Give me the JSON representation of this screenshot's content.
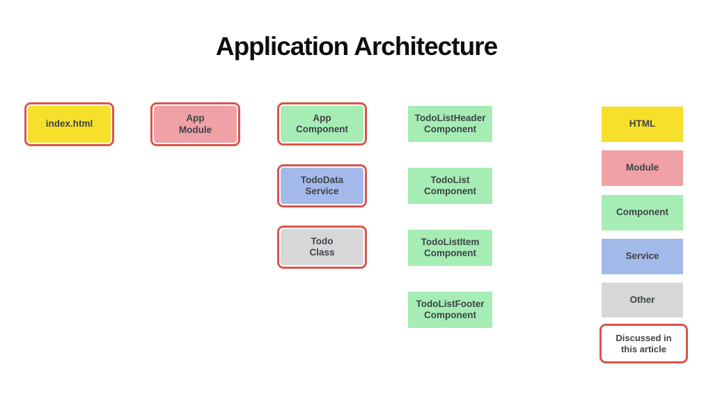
{
  "title": "Application Architecture",
  "diagram": {
    "index_html": "index.html",
    "app_module": "App\nModule",
    "app_component": "App\nComponent",
    "tododata_service": "TodoData\nService",
    "todo_class": "Todo\nClass",
    "todolistheader_component": "TodoListHeader\nComponent",
    "todolist_component": "TodoList\nComponent",
    "todolistitem_component": "TodoListItem\nComponent",
    "todolistfooter_component": "TodoListFooter\nComponent"
  },
  "legend": {
    "html": "HTML",
    "module": "Module",
    "component": "Component",
    "service": "Service",
    "other": "Other",
    "discussed": "Discussed in\nthis article"
  },
  "colors": {
    "background": "#ffffff",
    "html_fill": "#f6e02b",
    "module_fill": "#efa1a6",
    "component_fill": "#a6edb5",
    "service_fill": "#a3b9ea",
    "other_fill": "#d7d7d9",
    "highlight_border": "#d9544b",
    "text": "#3f4347"
  }
}
